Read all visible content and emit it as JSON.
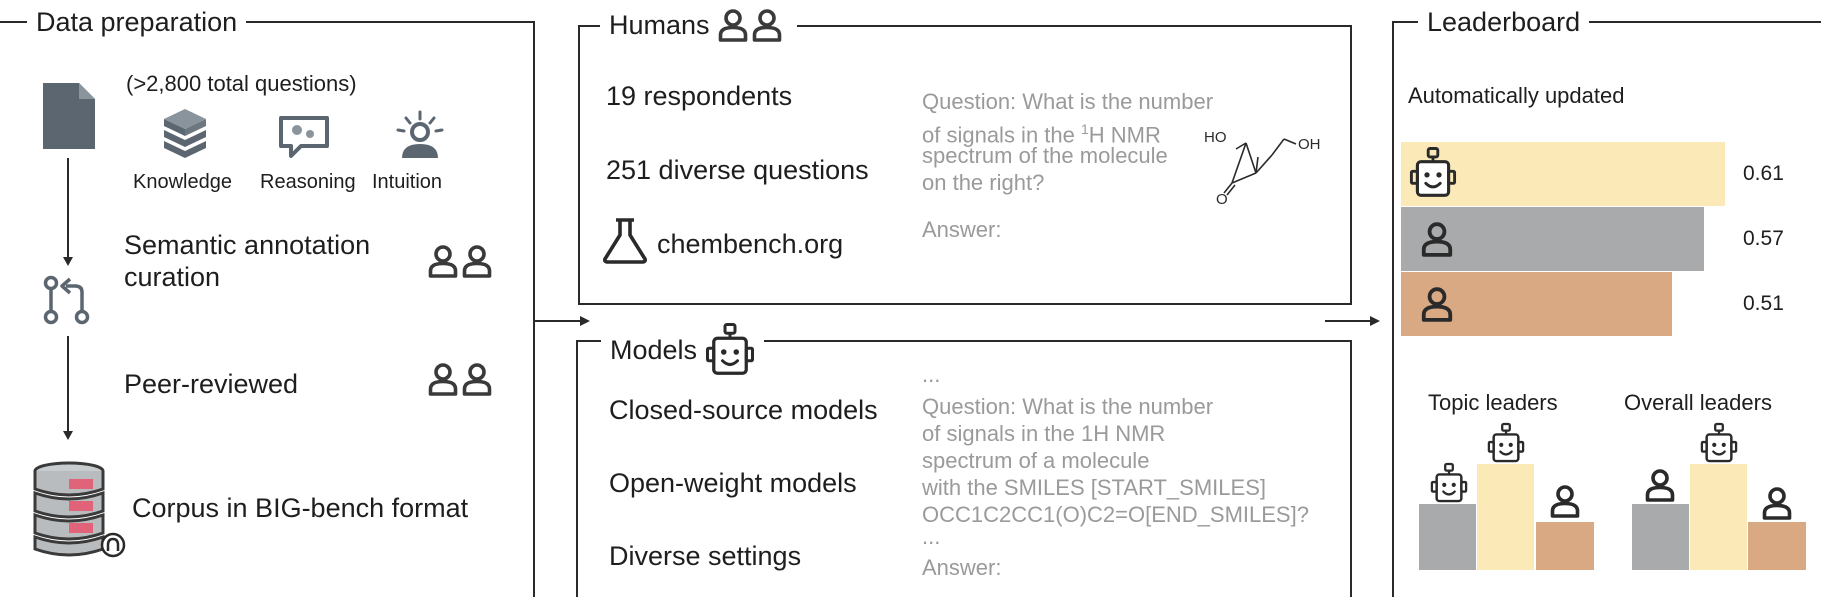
{
  "data_prep": {
    "title": "Data preparation",
    "total_questions": "(>2,800 total questions)",
    "categories": [
      "Knowledge",
      "Reasoning",
      "Intuition"
    ],
    "semantic_line1": "Semantic annotation",
    "semantic_line2": "curation",
    "peer_reviewed": "Peer-reviewed",
    "corpus": "Corpus in BIG-bench format"
  },
  "humans": {
    "title": "Humans",
    "respondents": "19 respondents",
    "questions": "251 diverse questions",
    "site": "chembench.org",
    "question_line1": "Question: What is the number",
    "question_line2_pre": "of signals in the ",
    "question_line2_sup": "1",
    "question_line2_post": "H NMR",
    "question_line3": "spectrum of the molecule",
    "question_line4": "on the right?",
    "answer": "Answer:",
    "molecule_labels": [
      "HO",
      "OH",
      "O"
    ]
  },
  "models": {
    "title": "Models",
    "closed": "Closed-source models",
    "open": "Open-weight models",
    "settings": "Diverse settings",
    "prompt_lines": [
      "...",
      "Question: What is the number",
      "of signals in the 1H NMR",
      "spectrum of a molecule",
      "with the SMILES [START_SMILES]",
      "OCC1C2CC1(O)C2=O[END_SMILES]?",
      "...",
      "Answer:"
    ]
  },
  "leaderboard": {
    "title": "Leaderboard",
    "subtitle": "Automatically updated",
    "rows": [
      {
        "type": "robot",
        "score": 0.61,
        "label": "0.61",
        "color": "#fbe9b7"
      },
      {
        "type": "human",
        "score": 0.57,
        "label": "0.57",
        "color": "#a9aaab"
      },
      {
        "type": "human",
        "score": 0.51,
        "label": "0.51",
        "color": "#d8a982"
      }
    ],
    "topic_leaders": "Topic leaders",
    "overall_leaders": "Overall leaders"
  },
  "colors": {
    "robot": "#fbe9b7",
    "human_grey": "#a9aaab",
    "human_tan": "#d8a982",
    "database_red": "#e0637a",
    "icon_dark": "#3a3a3a",
    "icon_slate": "#5b6670"
  }
}
